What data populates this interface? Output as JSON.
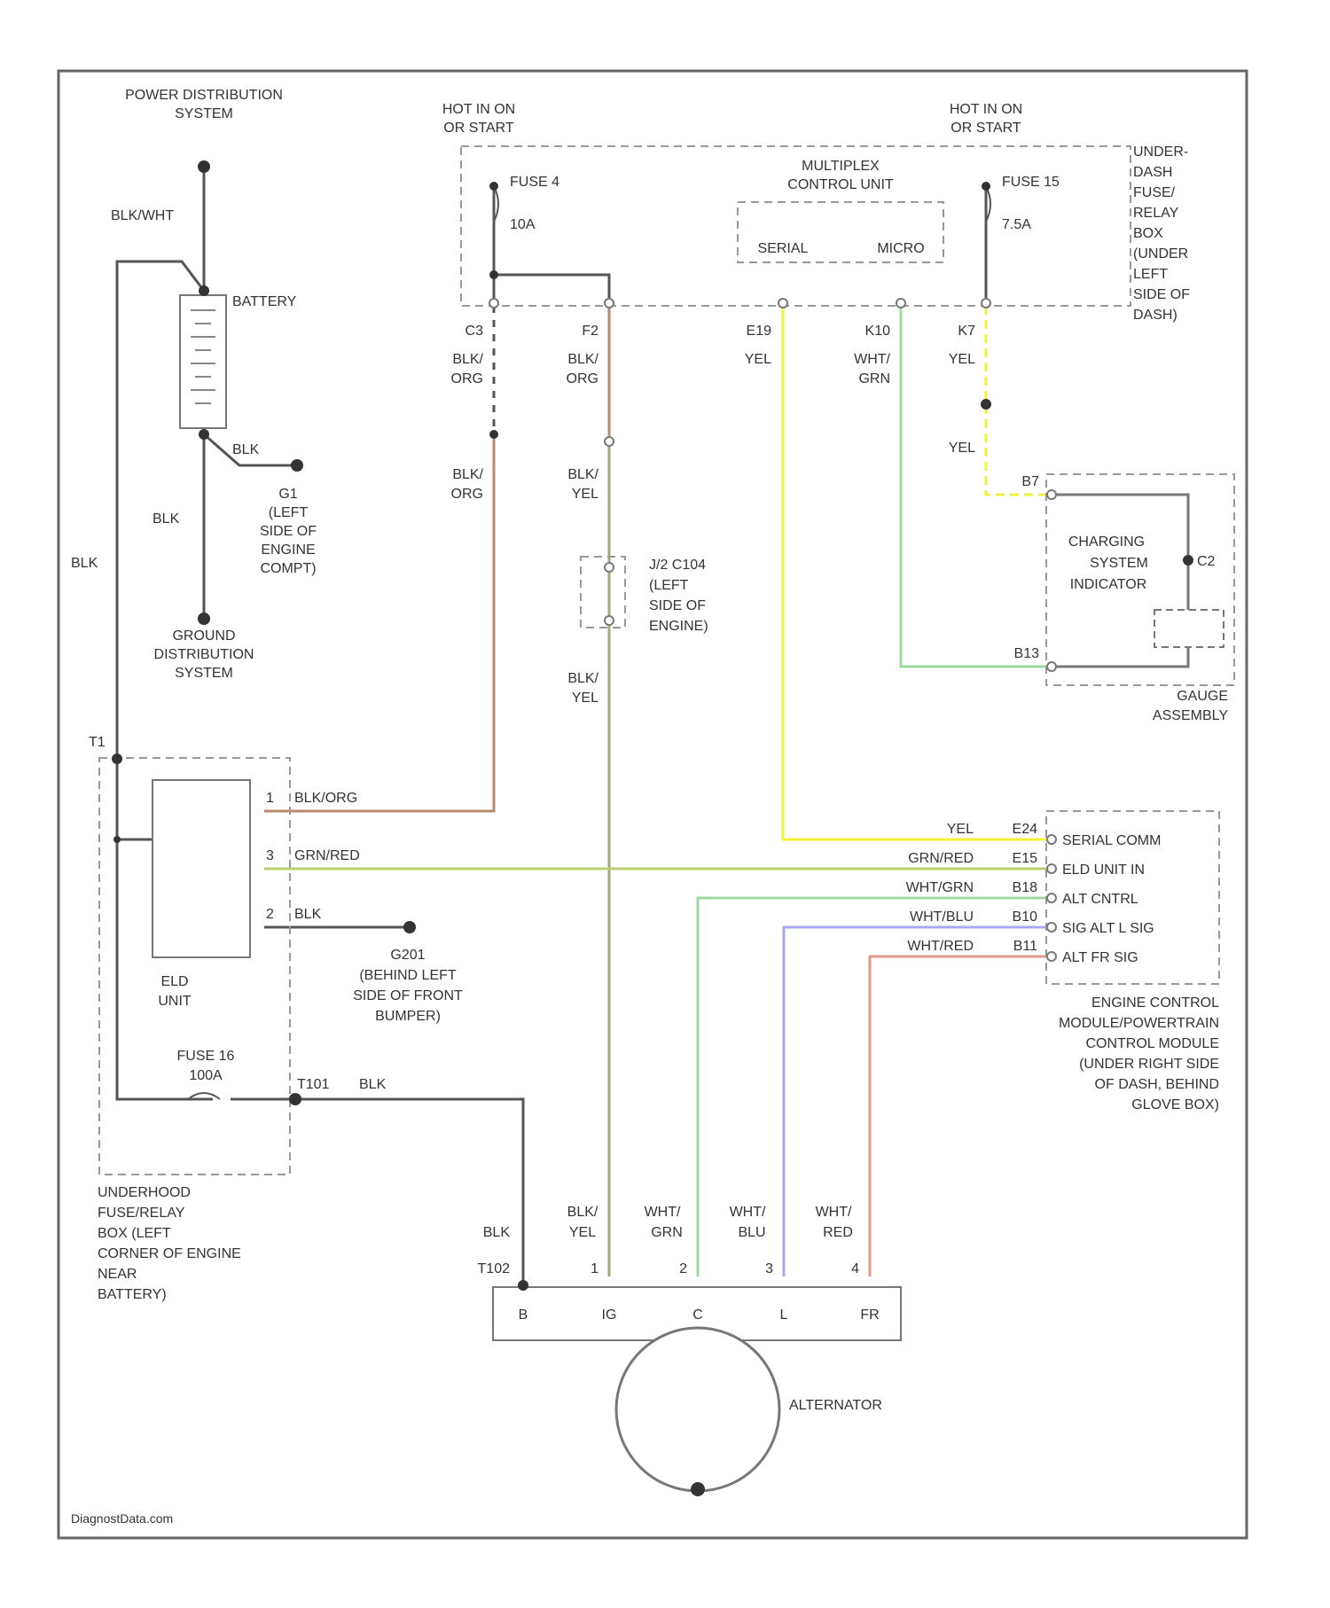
{
  "colors": {
    "blk": "#555555",
    "blk_org": "#b88a70",
    "blk_yel": "#a8a87a",
    "yel": "#f2f23a",
    "wht_grn": "#9fd99f",
    "wht_blu": "#a8a8ee",
    "wht_red": "#e09a8a",
    "grn_red": "#b8d070",
    "outline": "#666666",
    "dashed": "#999999"
  },
  "top": {
    "power_dist": [
      "POWER DISTRIBUTION",
      "SYSTEM"
    ],
    "hot_left": [
      "HOT IN ON",
      "OR START"
    ],
    "hot_right": [
      "HOT IN ON",
      "OR START"
    ],
    "fuse4": [
      "FUSE 4",
      "10A"
    ],
    "fuse15": [
      "FUSE 15",
      "7.5A"
    ],
    "mcu": [
      "MULTIPLEX",
      "CONTROL UNIT"
    ],
    "mcu_pins": [
      "SERIAL",
      "MICRO"
    ],
    "under_dash": [
      "UNDER-",
      "DASH",
      "FUSE/",
      "RELAY",
      "BOX",
      "(UNDER",
      "LEFT",
      "SIDE OF",
      "DASH)"
    ]
  },
  "pins_top": [
    "C3",
    "F2",
    "E19",
    "K10",
    "K7"
  ],
  "wire_labels": {
    "blk_wht": "BLK/WHT",
    "c3_upper": [
      "BLK/",
      "ORG"
    ],
    "f2_upper": [
      "BLK/",
      "ORG"
    ],
    "c3_lower": [
      "BLK/",
      "ORG"
    ],
    "f2_lower": [
      "BLK/",
      "YEL"
    ],
    "f2_bottom": [
      "BLK/",
      "YEL"
    ],
    "e19": "YEL",
    "k10": [
      "WHT/",
      "GRN"
    ],
    "k7": "YEL",
    "k7_lower": "YEL"
  },
  "battery": {
    "label": "BATTERY",
    "blk_a": "BLK",
    "blk_b": "BLK",
    "blk_c": "BLK"
  },
  "g1": [
    "G1",
    "(LEFT",
    "SIDE OF",
    "ENGINE",
    "COMPT)"
  ],
  "ground_dist": [
    "GROUND",
    "DISTRIBUTION",
    "SYSTEM"
  ],
  "j2": [
    "J/2 C104",
    "(LEFT",
    "SIDE OF",
    "ENGINE)"
  ],
  "gauge": {
    "pins": [
      "B7",
      "B13"
    ],
    "c_label": "C2",
    "indicator": [
      "CHARGING",
      "SYSTEM",
      "INDICATOR"
    ],
    "assembly": [
      "GAUGE",
      "ASSEMBLY"
    ]
  },
  "underhood": {
    "t1": "T1",
    "pins": [
      "1",
      "3",
      "2"
    ],
    "wires": [
      "BLK/ORG",
      "GRN/RED",
      "BLK"
    ],
    "eld": [
      "ELD",
      "UNIT"
    ],
    "fuse16": [
      "FUSE 16",
      "100A"
    ],
    "t101": "T101",
    "blk": "BLK",
    "label": [
      "UNDERHOOD",
      "FUSE/RELAY",
      "BOX (LEFT",
      "CORNER OF ENGINE",
      "NEAR",
      "BATTERY)"
    ]
  },
  "g201": [
    "G201",
    "(BEHIND LEFT",
    "SIDE OF FRONT",
    "BUMPER)"
  ],
  "ecm": {
    "rows": [
      {
        "wire": "YEL",
        "pin": "E24",
        "signal": "SERIAL COMM"
      },
      {
        "wire": "GRN/RED",
        "pin": "E15",
        "signal": "ELD UNIT IN"
      },
      {
        "wire": "WHT/GRN",
        "pin": "B18",
        "signal": "ALT CNTRL"
      },
      {
        "wire": "WHT/BLU",
        "pin": "B10",
        "signal": "SIG ALT L SIG"
      },
      {
        "wire": "WHT/RED",
        "pin": "B11",
        "signal": "ALT FR SIG"
      }
    ],
    "label": [
      "ENGINE CONTROL",
      "MODULE/POWERTRAIN",
      "CONTROL MODULE",
      "(UNDER RIGHT SIDE",
      "OF DASH, BEHIND",
      "GLOVE BOX)"
    ]
  },
  "alternator": {
    "label": "ALTERNATOR",
    "t102": "T102",
    "blk": "BLK",
    "pins": [
      "1",
      "2",
      "3",
      "4"
    ],
    "wires": [
      [
        "BLK/",
        "YEL"
      ],
      [
        "WHT/",
        "GRN"
      ],
      [
        "WHT/",
        "BLU"
      ],
      [
        "WHT/",
        "RED"
      ]
    ],
    "terminals": [
      "B",
      "IG",
      "C",
      "L",
      "FR"
    ]
  },
  "footer": "DiagnostData.com"
}
